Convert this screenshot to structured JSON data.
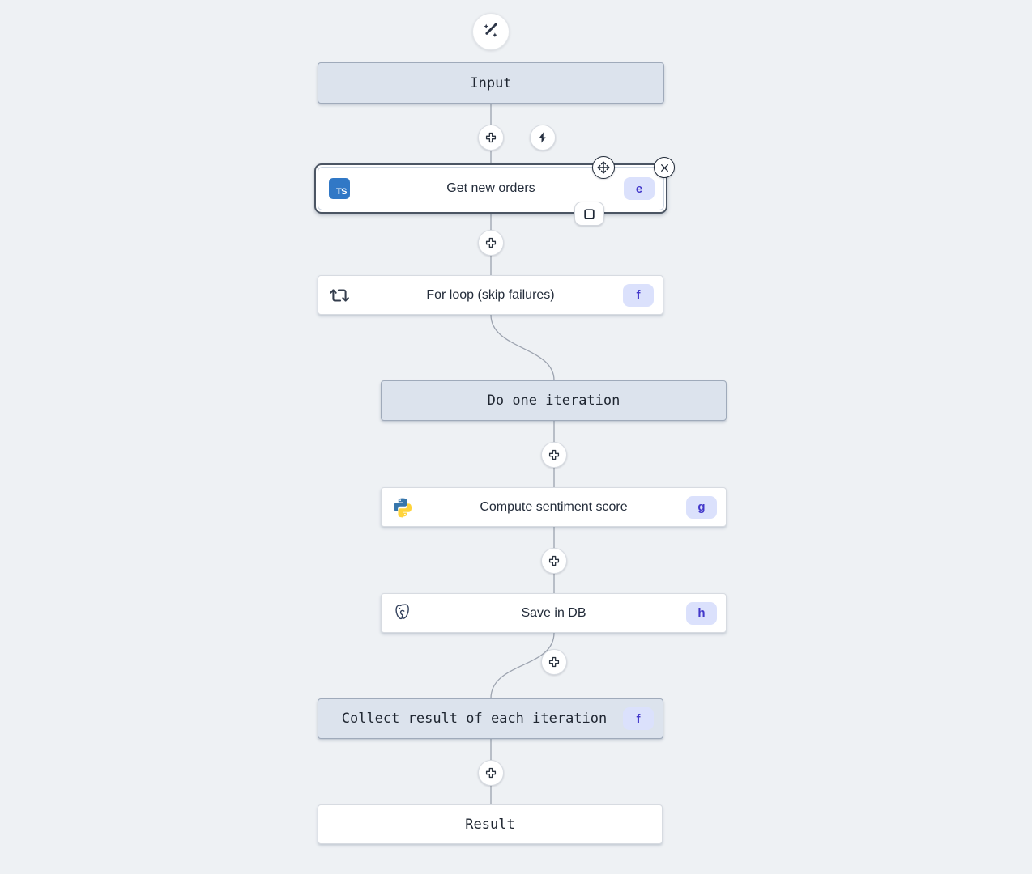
{
  "app": {
    "title": "workflow-flow-editor"
  },
  "colors": {
    "background": "#eef1f4",
    "virtual_node_bg": "#dce3ed",
    "selected_border": "#4b5563",
    "badge_bg": "#dbe1fc",
    "badge_text": "#4338ca",
    "ts_blue": "#3178c6",
    "python_blue": "#3776ab",
    "python_yellow": "#ffd43b",
    "connector": "#9ca3af"
  },
  "toolbar": {
    "wand_icon": "wand-sparkles-icon",
    "bolt_icon": "lightning-bolt-icon"
  },
  "nodes": {
    "input": {
      "label": "Input"
    },
    "get_new_orders": {
      "label": "Get new orders",
      "badge": "e",
      "icon": "typescript-icon",
      "icon_text": "TS",
      "selected": true
    },
    "for_loop": {
      "label": "For loop (skip failures)",
      "badge": "f",
      "icon": "repeat-icon"
    },
    "do_one_iteration": {
      "label": "Do one iteration"
    },
    "compute_sentiment_score": {
      "label": "Compute sentiment score",
      "badge": "g",
      "icon": "python-icon"
    },
    "save_in_db": {
      "label": "Save in DB",
      "badge": "h",
      "icon": "postgresql-icon"
    },
    "collect_result": {
      "label": "Collect result of each iteration",
      "badge": "f"
    },
    "result": {
      "label": "Result"
    }
  }
}
